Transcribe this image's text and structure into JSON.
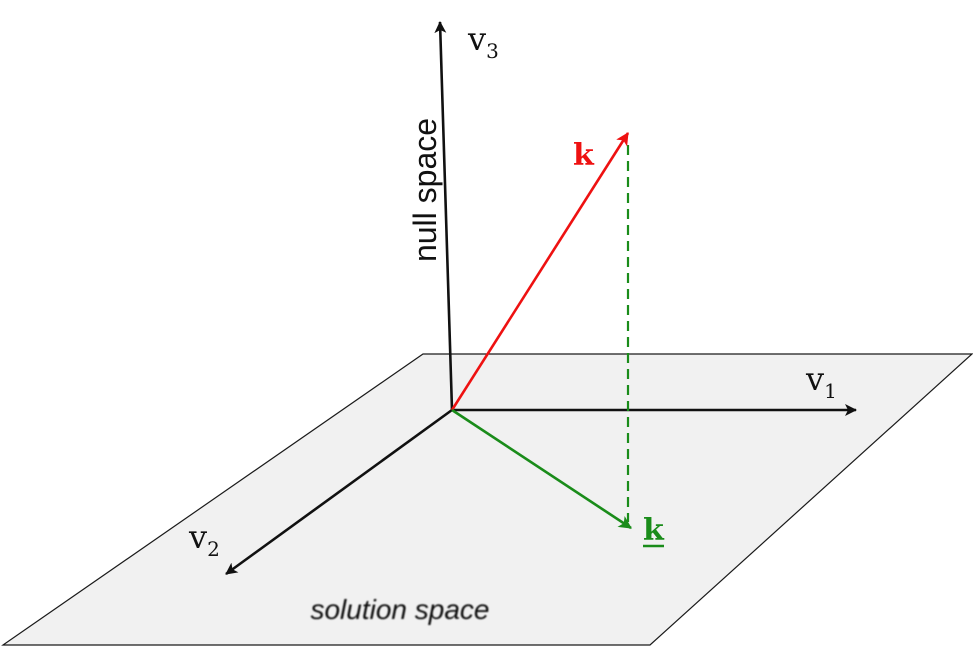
{
  "axes": {
    "v1": {
      "base": "v",
      "sub": "1"
    },
    "v2": {
      "base": "v",
      "sub": "2"
    },
    "v3": {
      "base": "v",
      "sub": "3"
    }
  },
  "labels": {
    "null_space": "null space",
    "solution_space": "solution space"
  },
  "vectors": {
    "k": {
      "label": "k",
      "color": "#ee1111"
    },
    "k_projected": {
      "label": "k",
      "color": "#1a8c1a",
      "underlined": true
    }
  },
  "colors": {
    "axis": "#111111",
    "plane_fill": "#f1f1f1",
    "plane_stroke": "#1a1a1a",
    "projection_line": "#1a8c1a"
  }
}
